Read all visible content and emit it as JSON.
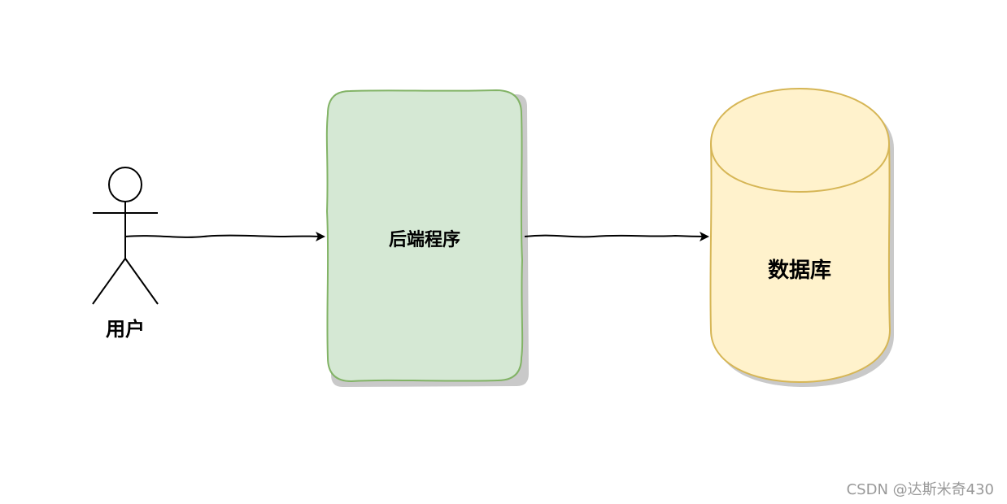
{
  "diagram": {
    "user": {
      "label": "用户",
      "icon": "stick-figure-icon"
    },
    "backend": {
      "label": "后端程序",
      "fill_color": "#d5e8d4",
      "stroke_color": "#82b366"
    },
    "database": {
      "label": "数据库",
      "fill_color": "#fff2cc",
      "stroke_color": "#d6b656"
    },
    "edges": [
      {
        "from": "用户",
        "to": "后端程序"
      },
      {
        "from": "后端程序",
        "to": "数据库"
      }
    ]
  },
  "watermark": "CSDN @达斯米奇430"
}
